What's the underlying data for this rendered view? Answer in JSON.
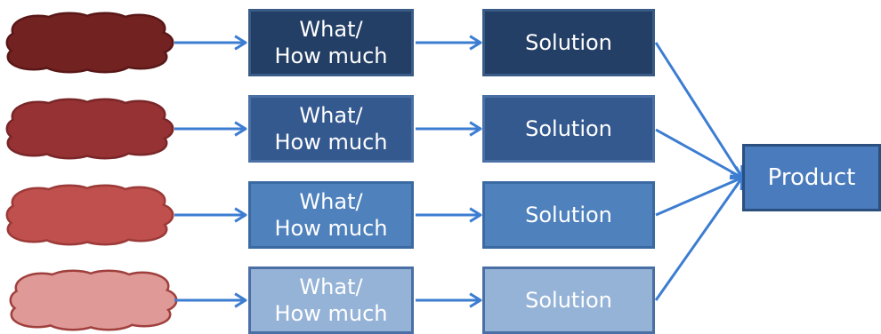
{
  "rows": [
    {
      "what_line1": "What/",
      "what_line2": "How much",
      "solution": "Solution",
      "cloud_fill": "#732222",
      "cloud_stroke": "#5a1717",
      "box_fill": "#243f66",
      "box_stroke": "#3a5b86"
    },
    {
      "what_line1": "What/",
      "what_line2": "How much",
      "solution": "Solution",
      "cloud_fill": "#963234",
      "cloud_stroke": "#7a2628",
      "box_fill": "#34598f",
      "box_stroke": "#4a6fa5"
    },
    {
      "what_line1": "What/",
      "what_line2": "How much",
      "solution": "Solution",
      "cloud_fill": "#c0504d",
      "cloud_stroke": "#9b3a38",
      "box_fill": "#4f81bd",
      "box_stroke": "#3b6aa3"
    },
    {
      "what_line1": "What/",
      "what_line2": "How much",
      "solution": "Solution",
      "cloud_fill": "#df9a98",
      "cloud_stroke": "#a0403d",
      "box_fill": "#95b3d7",
      "box_stroke": "#4a6fa5"
    }
  ],
  "product": {
    "label": "Product",
    "fill": "#4a7bbd",
    "stroke": "#2b4f7e"
  },
  "arrow_color": "#3c7dd2"
}
